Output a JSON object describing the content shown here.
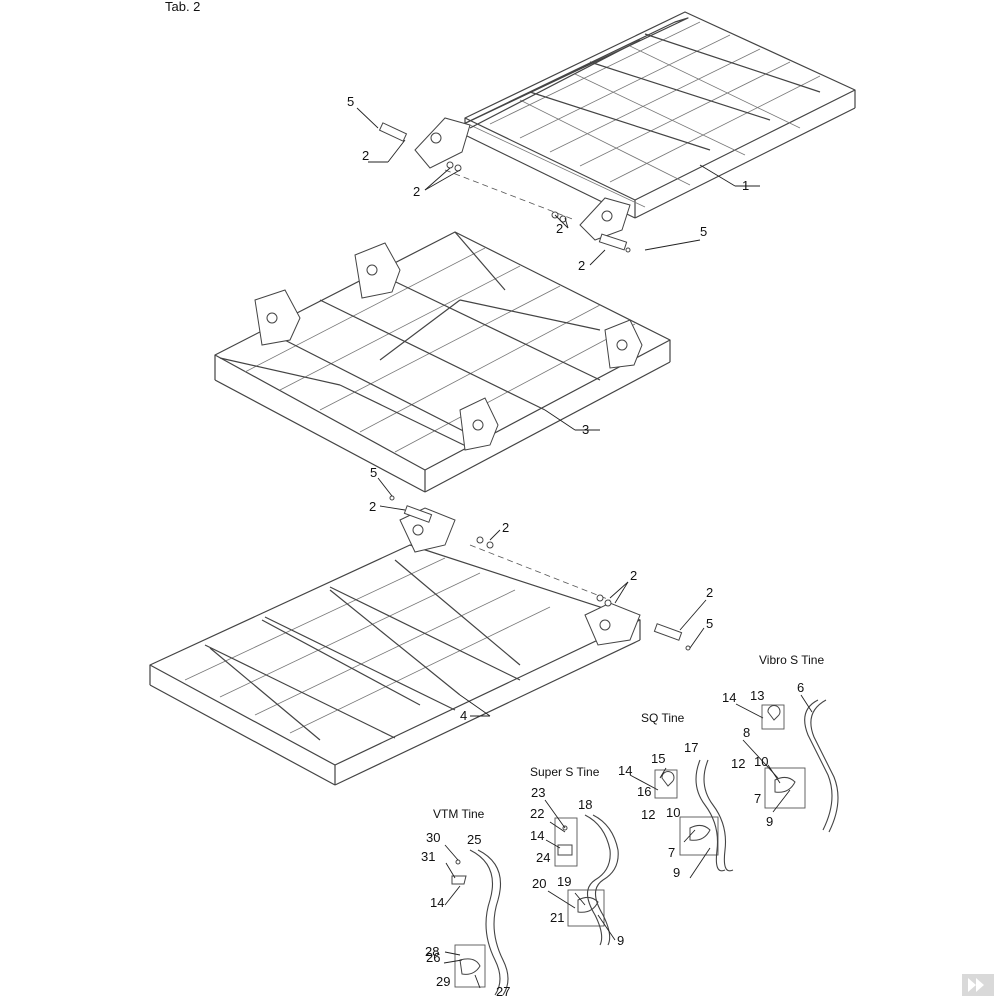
{
  "page": {
    "title": "Tab. 2"
  },
  "groups": {
    "vibro_s": "Vibro S Tine",
    "sq": "SQ Tine",
    "super_s": "Super S Tine",
    "vtm": "VTM Tine"
  },
  "callouts": [
    {
      "id": "c5a",
      "text": "5"
    },
    {
      "id": "c2a",
      "text": "2"
    },
    {
      "id": "c2b",
      "text": "2"
    },
    {
      "id": "c1",
      "text": "1"
    },
    {
      "id": "c2c",
      "text": "2"
    },
    {
      "id": "c5b",
      "text": "5"
    },
    {
      "id": "c2d",
      "text": "2"
    },
    {
      "id": "c3",
      "text": "3"
    },
    {
      "id": "c5c",
      "text": "5"
    },
    {
      "id": "c2e",
      "text": "2"
    },
    {
      "id": "c2f",
      "text": "2"
    },
    {
      "id": "c2g",
      "text": "2"
    },
    {
      "id": "c2h",
      "text": "2"
    },
    {
      "id": "c5d",
      "text": "5"
    },
    {
      "id": "c4",
      "text": "4"
    },
    {
      "id": "v14",
      "text": "14"
    },
    {
      "id": "v13",
      "text": "13"
    },
    {
      "id": "v8",
      "text": "8"
    },
    {
      "id": "v6",
      "text": "6"
    },
    {
      "id": "v12",
      "text": "12"
    },
    {
      "id": "v10",
      "text": "10"
    },
    {
      "id": "v7",
      "text": "7"
    },
    {
      "id": "v9",
      "text": "9"
    },
    {
      "id": "q15",
      "text": "15"
    },
    {
      "id": "q17",
      "text": "17"
    },
    {
      "id": "q14",
      "text": "14"
    },
    {
      "id": "q16",
      "text": "16"
    },
    {
      "id": "q10",
      "text": "10"
    },
    {
      "id": "q12",
      "text": "12"
    },
    {
      "id": "q7",
      "text": "7"
    },
    {
      "id": "q9",
      "text": "9"
    },
    {
      "id": "s23",
      "text": "23"
    },
    {
      "id": "s18",
      "text": "18"
    },
    {
      "id": "s22",
      "text": "22"
    },
    {
      "id": "s14",
      "text": "14"
    },
    {
      "id": "s24",
      "text": "24"
    },
    {
      "id": "s20",
      "text": "20"
    },
    {
      "id": "s19",
      "text": "19"
    },
    {
      "id": "s21",
      "text": "21"
    },
    {
      "id": "s9",
      "text": "9"
    },
    {
      "id": "t30",
      "text": "30"
    },
    {
      "id": "t25",
      "text": "25"
    },
    {
      "id": "t31",
      "text": "31"
    },
    {
      "id": "t14",
      "text": "14"
    },
    {
      "id": "t26",
      "text": "26"
    },
    {
      "id": "t28",
      "text": "28"
    },
    {
      "id": "t29",
      "text": "29"
    },
    {
      "id": "t27",
      "text": "27"
    }
  ]
}
